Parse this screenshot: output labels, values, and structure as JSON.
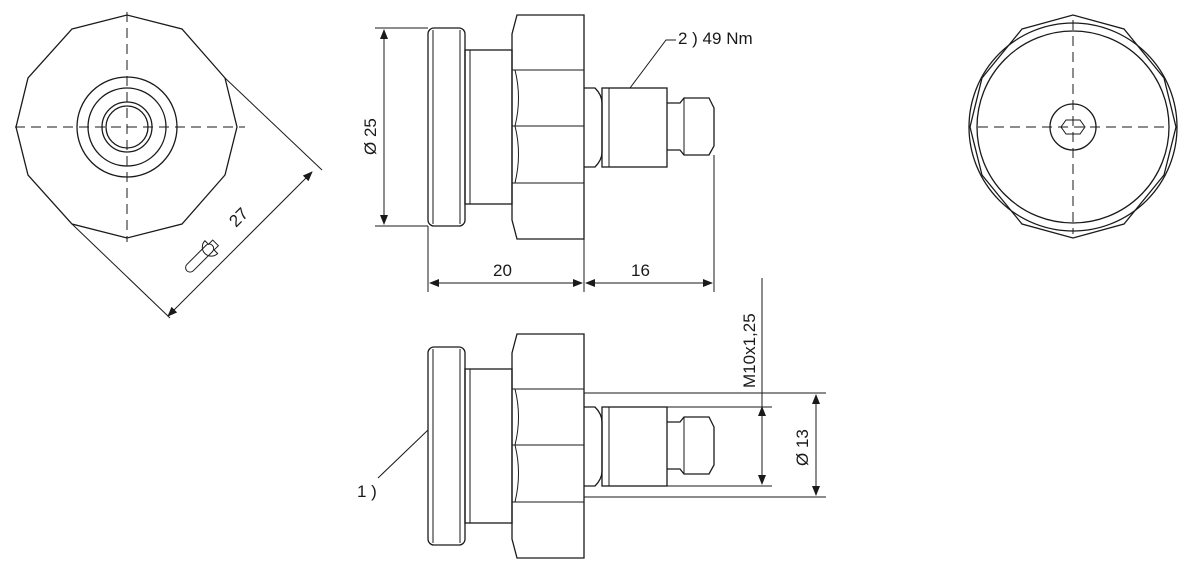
{
  "labels": {
    "wrench_size": "27",
    "diameter_25": "Ø 25",
    "torque_note": "2 ) 49 Nm",
    "length_20": "20",
    "length_16": "16",
    "thread": "M10x1,25",
    "diameter_13": "Ø 13",
    "note_1": "1 )"
  },
  "colors": {
    "line": "#1a1a1a",
    "background": "#ffffff"
  }
}
